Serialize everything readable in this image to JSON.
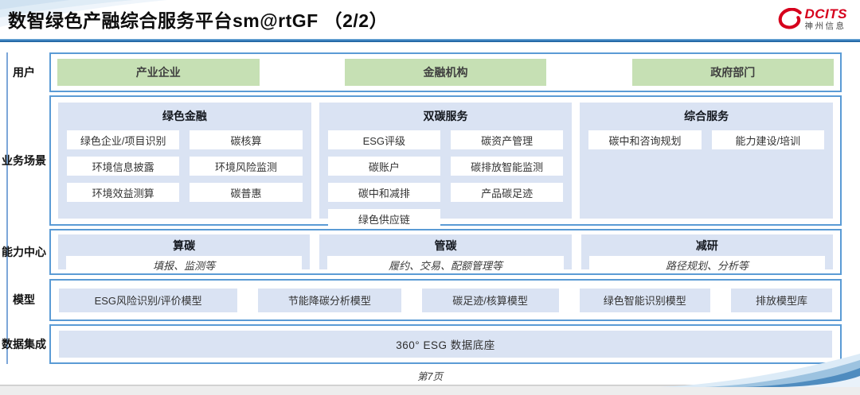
{
  "header": {
    "title": "数智绿色产融综合服务平台sm@rtGF （2/2）",
    "logo": {
      "brand": "DCITS",
      "subtitle": "神州信息"
    }
  },
  "rows": {
    "users": {
      "label": "用户",
      "items": [
        "产业企业",
        "金融机构",
        "政府部门"
      ]
    },
    "scenarios": {
      "label": "业务场景",
      "columns": [
        {
          "title": "绿色金融",
          "items": [
            "绿色企业/项目识别",
            "碳核算",
            "环境信息披露",
            "环境风险监测",
            "环境效益测算",
            "碳普惠"
          ]
        },
        {
          "title": "双碳服务",
          "items": [
            "ESG评级",
            "碳资产管理",
            "碳账户",
            "碳排放智能监测",
            "碳中和减排",
            "产品碳足迹",
            "绿色供应链"
          ]
        },
        {
          "title": "综合服务",
          "items": [
            "碳中和咨询规划",
            "能力建设/培训"
          ]
        }
      ]
    },
    "capabilities": {
      "label": "能力中心",
      "items": [
        {
          "title": "算碳",
          "desc": "填报、监测等"
        },
        {
          "title": "管碳",
          "desc": "履约、交易、配额管理等"
        },
        {
          "title": "减研",
          "desc": "路径规划、分析等"
        }
      ]
    },
    "models": {
      "label": "模型",
      "items": [
        "ESG风险识别/评价模型",
        "节能降碳分析模型",
        "碳足迹/核算模型",
        "绿色智能识别模型",
        "排放模型库"
      ]
    },
    "dataset": {
      "label": "数据集成",
      "item": "360° ESG 数据底座"
    }
  },
  "footer": {
    "page": "第7页"
  },
  "colors": {
    "box_border": "#5b9bd5",
    "panel_fill": "#dae3f3",
    "user_green": "#c6e0b4",
    "title_rule_blue": "#2e75b6",
    "brand_red": "#d6001c"
  }
}
